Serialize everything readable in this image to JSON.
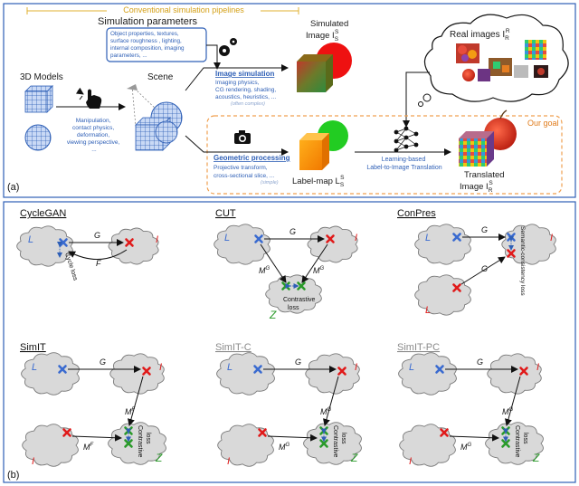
{
  "panel_a": {
    "label": "(a)",
    "conventional_title": "Conventional simulation pipelines",
    "sim_params_title": "Simulation parameters",
    "sim_params_lines": [
      "Object properties, textures,",
      "surface roughness , lighting,",
      "internal composition, imaging",
      "parameters, ..."
    ],
    "models_label": "3D Models",
    "scene_label": "Scene",
    "manip_lines": [
      "Manipulation,",
      "contact physics,",
      "deformation,",
      "viewing perspective,",
      "..."
    ],
    "image_sim_title": "Image simulation",
    "image_sim_lines": [
      "Imaging physics,",
      "CG rendering, shading,",
      "acoustics, heuristics, ..."
    ],
    "image_sim_note": "(often complex)",
    "simulated_label": "Simulated",
    "simulated_label2": "Image I",
    "sup_S": "S",
    "sub_S": "S",
    "sup_R": "R",
    "sub_R": "R",
    "real_label": "Real images I",
    "our_goal": "Our goal",
    "geo_title": "Geometric processing",
    "geo_lines": [
      "Projective transform,",
      "cross-sectional slice, ..."
    ],
    "geo_note": "(simple)",
    "labelmap_label": "Label-map L",
    "learn_lines": [
      "Learning-based",
      "Label-to-Image Translation"
    ],
    "translated_label": "Translated",
    "translated_label2": "Image I"
  },
  "panel_b": {
    "label": "(b)",
    "methods": [
      "CycleGAN",
      "CUT",
      "ConPres",
      "SimIT",
      "SimIT-C",
      "SimIT-PC"
    ],
    "G": "G",
    "F": "F",
    "M": "M",
    "Z": "Z",
    "L": "L",
    "I": "I",
    "cycle_loss": "Cycle loss",
    "contrastive_loss": "Contrastive loss",
    "semantic_loss": "Semantic-consistency loss",
    "contrastive": "Contrastive",
    "loss": "loss",
    "cycle": "Cycle",
    "contrastive_l1": "Contrastive",
    "contrastive_l2": "loss",
    "semantic_l1": "Semantic-",
    "semantic_l2": "consistency",
    "semantic_l3": "loss"
  }
}
